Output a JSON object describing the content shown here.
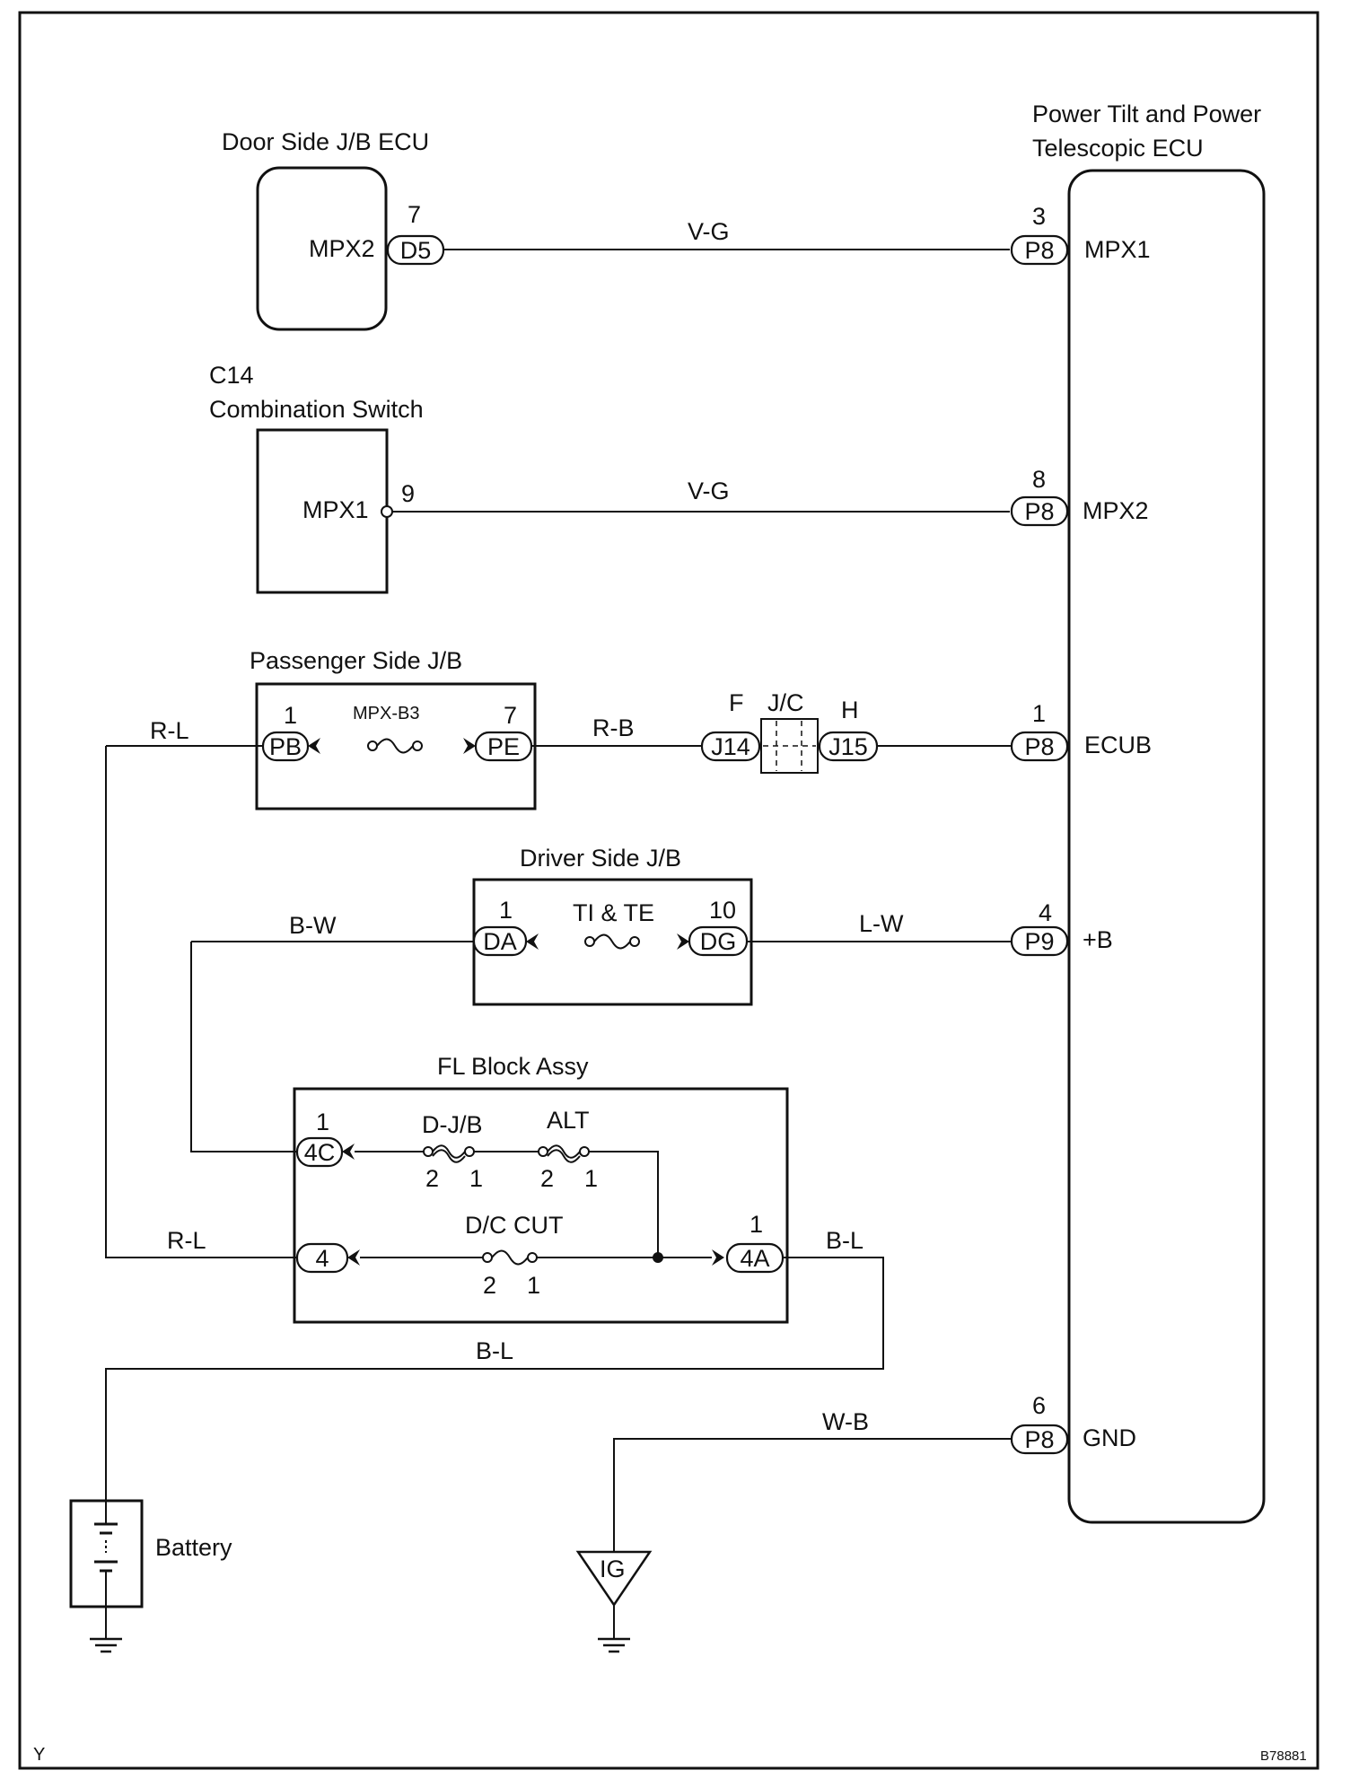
{
  "components": {
    "door_jb": {
      "title": "Door Side J/B ECU",
      "pin_label": "MPX2",
      "pin_no": "7",
      "connector": "D5"
    },
    "combo_switch": {
      "code": "C14",
      "title": "Combination Switch",
      "pin_label": "MPX1",
      "pin_no": "9"
    },
    "ecu": {
      "title_line1": "Power Tilt and Power",
      "title_line2": "Telescopic ECU",
      "pins": [
        {
          "no": "3",
          "connector": "P8",
          "label": "MPX1"
        },
        {
          "no": "8",
          "connector": "P8",
          "label": "MPX2"
        },
        {
          "no": "1",
          "connector": "P8",
          "label": "ECUB"
        },
        {
          "no": "4",
          "connector": "P9",
          "label": "+B"
        },
        {
          "no": "6",
          "connector": "P8",
          "label": "GND"
        }
      ]
    },
    "passenger_jb": {
      "title": "Passenger Side J/B",
      "fuse": "MPX-B3",
      "left_pin": "1",
      "left_conn": "PB",
      "right_pin": "7",
      "right_conn": "PE"
    },
    "jc": {
      "title": "J/C",
      "left_pin": "F",
      "left_conn": "J14",
      "right_pin": "H",
      "right_conn": "J15"
    },
    "driver_jb": {
      "title": "Driver Side J/B",
      "fuse": "TI & TE",
      "left_pin": "1",
      "left_conn": "DA",
      "right_pin": "10",
      "right_conn": "DG"
    },
    "fl_block": {
      "title": "FL Block Assy",
      "top_pin": "1",
      "top_conn": "4C",
      "fuse1": "D-J/B",
      "fuse1_p2": "2",
      "fuse1_p1": "1",
      "fuse2": "ALT",
      "fuse2_p2": "2",
      "fuse2_p1": "1",
      "fuse3": "D/C CUT",
      "fuse3_p2": "2",
      "fuse3_p1": "1",
      "bottom_conn": "4",
      "out_pin": "1",
      "out_conn": "4A"
    },
    "battery": {
      "label": "Battery"
    },
    "ground": {
      "label": "IG"
    }
  },
  "wires": {
    "door_to_ecu": "V-G",
    "combo_to_ecu": "V-G",
    "pass_left": "R-L",
    "pass_to_jc": "R-B",
    "driver_left": "B-W",
    "driver_to_ecu": "L-W",
    "fl_bottom_left": "R-L",
    "fl_out": "B-L",
    "battery_wire": "B-L",
    "ground_wire": "W-B"
  },
  "footer": {
    "left": "Y",
    "right": "B78881"
  }
}
